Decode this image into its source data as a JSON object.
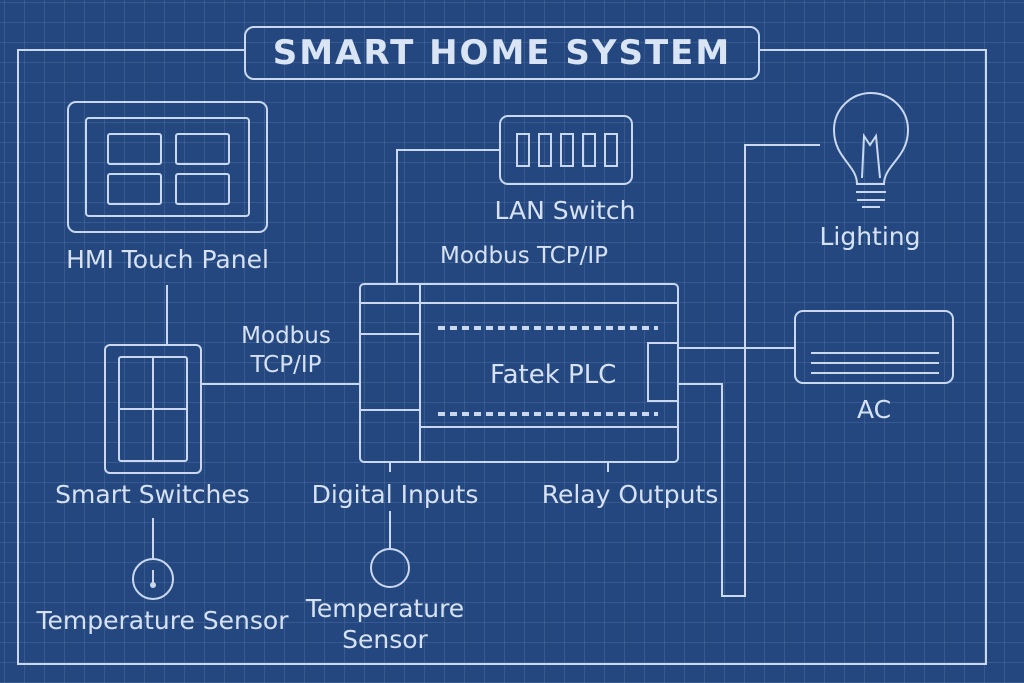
{
  "title": "SMART HOME SYSTEM",
  "labels": {
    "hmi": "HMI Touch Panel",
    "lan_switch": "LAN Switch",
    "modbus_top": "Modbus TCP/IP",
    "modbus_left_1": "Modbus",
    "modbus_left_2": "TCP/IP",
    "plc": "Fatek PLC",
    "smart_switches": "Smart Switches",
    "digital_inputs": "Digital Inputs",
    "relay_outputs": "Relay Outputs",
    "temp_sensor_left": "Temperature Sensor",
    "temp_sensor_mid_1": "Temperature",
    "temp_sensor_mid_2": "Sensor",
    "lighting": "Lighting",
    "ac": "AC"
  },
  "icons": [
    "hmi-panel-icon",
    "lan-switch-icon",
    "plc-icon",
    "smart-switch-icon",
    "thermometer-icon",
    "sensor-circle-icon",
    "light-bulb-icon",
    "air-conditioner-icon"
  ],
  "colors": {
    "background": "#24477f",
    "line": "#c9d8ee",
    "text": "#d6e2f3"
  }
}
